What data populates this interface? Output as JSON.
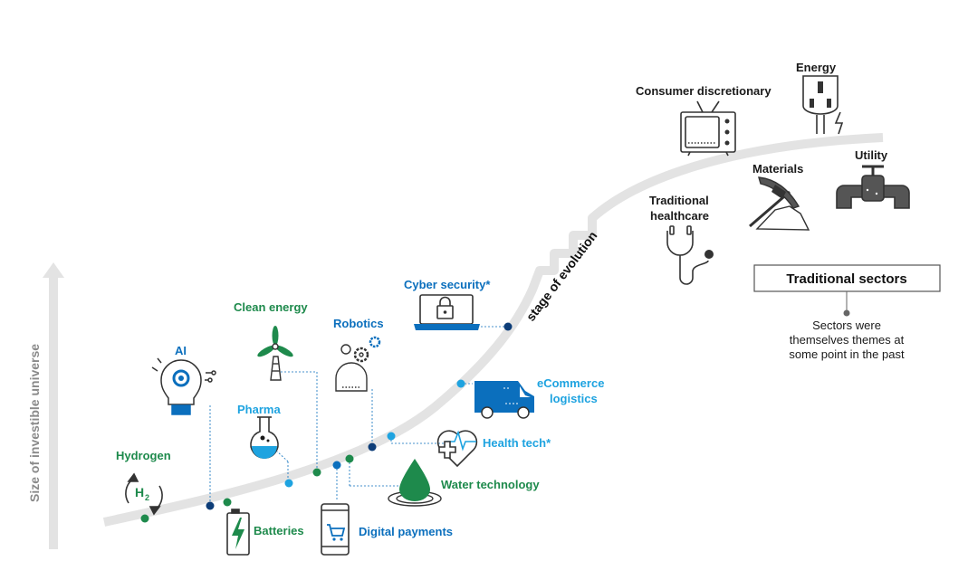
{
  "axis": {
    "y_label": "Size of investible universe"
  },
  "curve": {
    "label": "stage of evolution"
  },
  "colors": {
    "green": "#1e8a4c",
    "light_blue": "#1ea3e0",
    "dark_blue": "#0b6fbd",
    "navy": "#0d3d78",
    "curve_grey": "#e3e3e3",
    "icon_stroke": "#1a1a1a"
  },
  "themes": {
    "hydrogen": {
      "label": "Hydrogen",
      "icon": "h2-cycle-icon",
      "h": "H",
      "sub": "2"
    },
    "ai": {
      "label": "AI",
      "icon": "lightbulb-gear-icon"
    },
    "batteries": {
      "label": "Batteries",
      "icon": "battery-icon"
    },
    "pharma": {
      "label": "Pharma",
      "icon": "flask-icon"
    },
    "clean_energy": {
      "label": "Clean energy",
      "icon": "wind-turbine-icon"
    },
    "digital_payments": {
      "label": "Digital payments",
      "icon": "phone-cart-icon"
    },
    "water_technology": {
      "label": "Water technology",
      "icon": "water-drop-icon"
    },
    "robotics": {
      "label": "Robotics",
      "icon": "robot-gears-icon"
    },
    "health_tech": {
      "label": "Health tech*",
      "icon": "heart-cross-icon"
    },
    "ecommerce_logistics": {
      "label_line1": "eCommerce",
      "label_line2": "logistics",
      "icon": "delivery-van-icon"
    },
    "cyber_security": {
      "label": "Cyber security*",
      "icon": "laptop-lock-icon"
    }
  },
  "traditional": {
    "box_label": "Traditional sectors",
    "note_line1": "Sectors were",
    "note_line2": "themselves themes at",
    "note_line3": "some point in the past",
    "sectors": {
      "consumer_discretionary": {
        "label": "Consumer discretionary",
        "icon": "tv-icon"
      },
      "energy": {
        "label": "Energy",
        "icon": "plug-icon"
      },
      "materials": {
        "label": "Materials",
        "icon": "pickaxe-icon"
      },
      "utility": {
        "label": "Utility",
        "icon": "pipe-valve-icon"
      },
      "traditional_healthcare": {
        "label_line1": "Traditional",
        "label_line2": "healthcare",
        "icon": "stethoscope-icon"
      }
    }
  }
}
